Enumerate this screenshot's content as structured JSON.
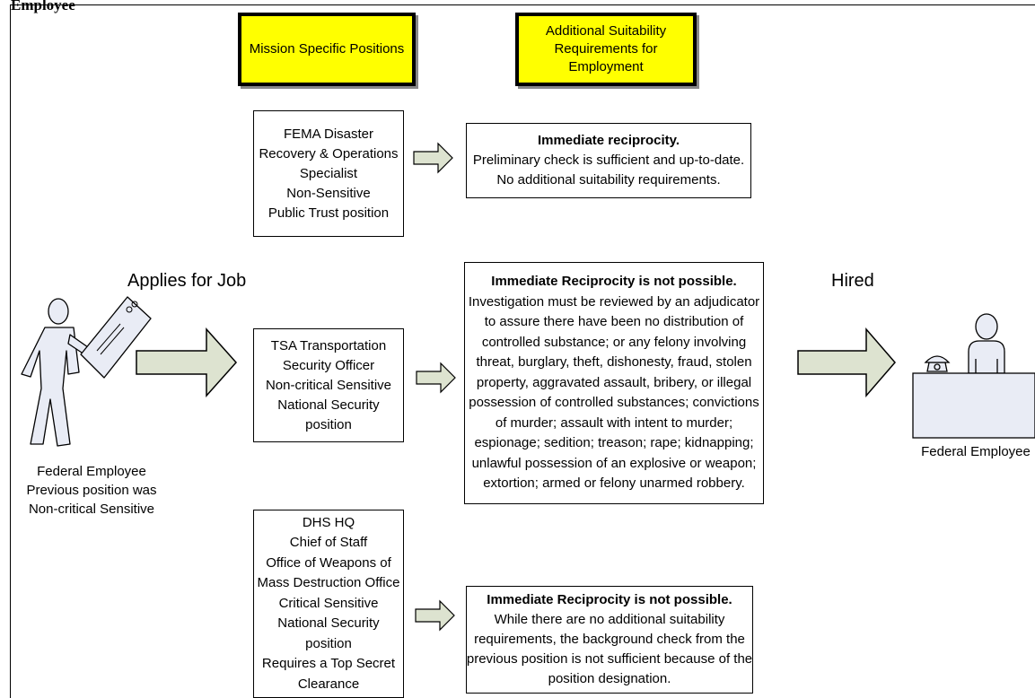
{
  "caption": "Employee",
  "headers": {
    "mission": "Mission Specific Positions",
    "suitability": [
      "Additional Suitability",
      "Requirements for Employment"
    ]
  },
  "positions": [
    {
      "lines": [
        "FEMA Disaster",
        "Recovery & Operations",
        "Specialist",
        "Non-Sensitive",
        "Public Trust position"
      ]
    },
    {
      "lines": [
        "TSA Transportation",
        "Security Officer",
        "Non-critical Sensitive",
        "National Security",
        "position"
      ]
    },
    {
      "lines": [
        "DHS HQ",
        "Chief of Staff",
        "Office of Weapons of",
        "Mass Destruction Office",
        "Critical Sensitive",
        "National Security",
        "position",
        "Requires a Top Secret",
        "Clearance"
      ]
    }
  ],
  "outcomes": [
    {
      "heading": "Immediate reciprocity.",
      "lines": [
        "Preliminary check is sufficient and up-to-date.",
        "No additional suitability requirements."
      ]
    },
    {
      "heading": "Immediate Reciprocity is not possible.",
      "lines": [
        "Investigation must be reviewed by an adjudicator",
        "to assure there have been no distribution of",
        "controlled substance; or any felony involving",
        "threat, burglary, theft, dishonesty, fraud, stolen",
        "property, aggravated assault, bribery, or illegal",
        "possession of controlled substances; convictions",
        "of murder; assault with intent to murder;",
        "espionage; sedition; treason; rape; kidnapping;",
        "unlawful possession of an explosive or weapon;",
        "extortion; armed or felony unarmed robbery."
      ]
    },
    {
      "heading": "Immediate Reciprocity is not possible.",
      "lines": [
        "While there are no additional suitability",
        "requirements, the background check from the",
        "previous position is not sufficient because of the",
        "position designation."
      ]
    }
  ],
  "applies_label": "Applies for Job",
  "hired_label": "Hired",
  "applicant": [
    "Federal Employee",
    "Previous position was",
    "Non-critical Sensitive"
  ],
  "employee": "Federal Employee",
  "colors": {
    "header_fill": "#ffff00",
    "arrow_fill": "#dde3d0",
    "figure_fill": "#e9ecf5",
    "desk_fill": "#e9ecf5"
  },
  "icons": {
    "applicant": "walking-person-with-document-icon",
    "employee": "person-at-desk-with-phone-icon"
  }
}
